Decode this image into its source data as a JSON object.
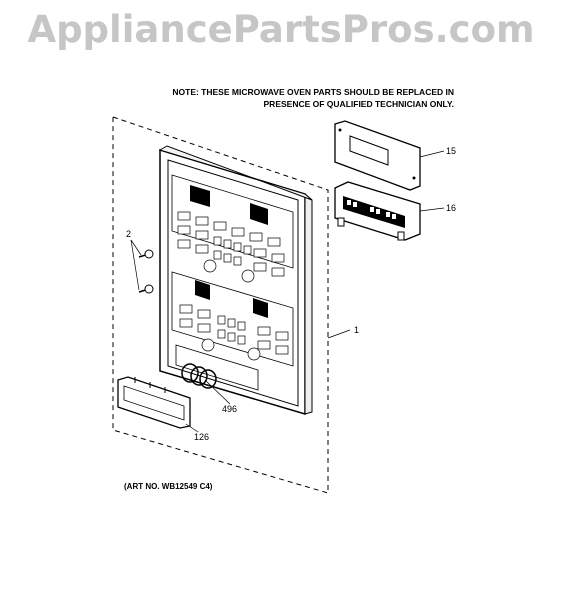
{
  "watermark": "AppliancePartsPros.com",
  "note": {
    "line1": "NOTE: THESE MICROWAVE OVEN PARTS SHOULD BE REPLACED IN",
    "line2": "PRESENCE OF QUALIFIED TECHNICIAN ONLY."
  },
  "art_number": "(ART NO. WB12549 C4)",
  "callouts": {
    "c1": "1",
    "c2": "2",
    "c15": "15",
    "c16": "16",
    "c126": "126",
    "c496": "496"
  }
}
